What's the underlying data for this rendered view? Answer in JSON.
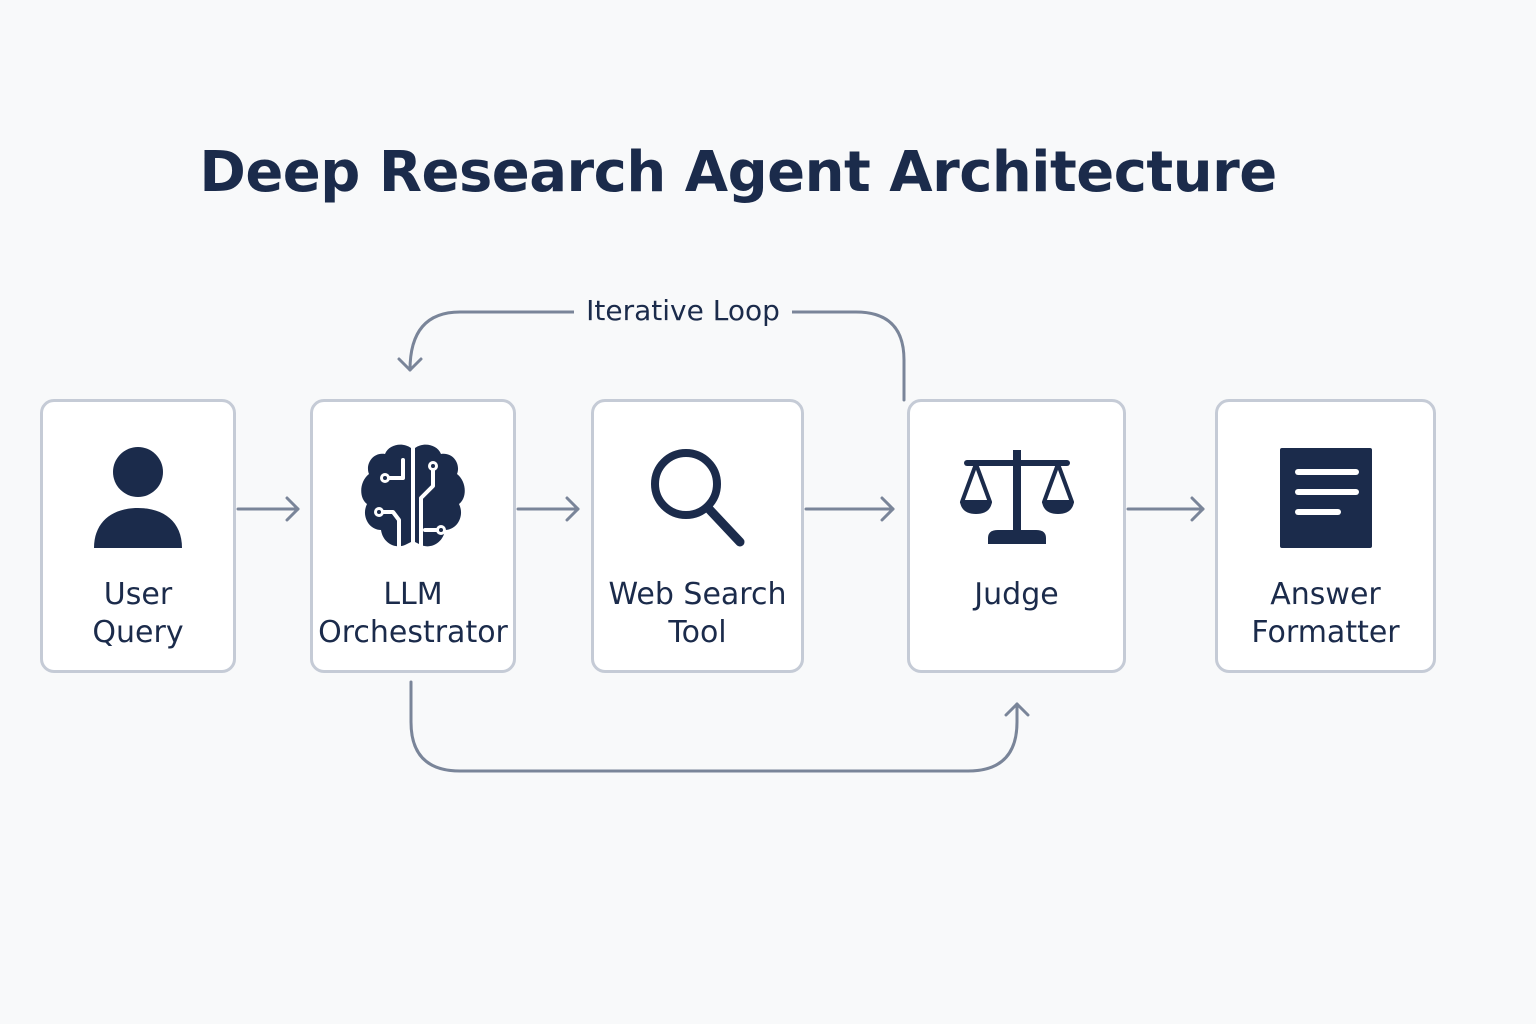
{
  "title": "Deep Research Agent Architecture",
  "loop_label": "Iterative Loop",
  "nodes": [
    {
      "id": "user-query",
      "icon": "user-icon",
      "label_lines": [
        "User",
        "Query"
      ]
    },
    {
      "id": "llm-orchestrator",
      "icon": "brain-circuit-icon",
      "label_lines": [
        "LLM",
        "Orchestrator"
      ]
    },
    {
      "id": "web-search-tool",
      "icon": "magnifier-icon",
      "label_lines": [
        "Web Search",
        "Tool"
      ]
    },
    {
      "id": "judge",
      "icon": "scales-icon",
      "label_lines": [
        "Judge"
      ]
    },
    {
      "id": "answer-formatter",
      "icon": "document-icon",
      "label_lines": [
        "Answer",
        "Formatter"
      ]
    }
  ],
  "edges": [
    {
      "from": "user-query",
      "to": "llm-orchestrator"
    },
    {
      "from": "llm-orchestrator",
      "to": "web-search-tool"
    },
    {
      "from": "web-search-tool",
      "to": "judge"
    },
    {
      "from": "judge",
      "to": "answer-formatter"
    },
    {
      "from": "judge",
      "to": "llm-orchestrator",
      "label": "Iterative Loop"
    },
    {
      "from": "llm-orchestrator",
      "to": "judge"
    }
  ],
  "colors": {
    "background": "#f8f9fa",
    "text": "#1b2b4b",
    "icon": "#1b2b4b",
    "box_border": "#c5cbd6",
    "arrow": "#7a8599"
  }
}
